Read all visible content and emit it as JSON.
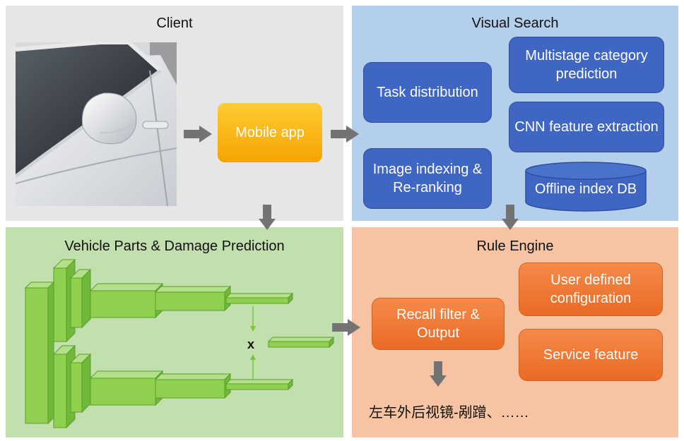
{
  "client": {
    "title": "Client",
    "mobile_app_label": "Mobile app",
    "photo_alt": "white car side mirror photo"
  },
  "visual_search": {
    "title": "Visual Search",
    "task_distribution": "Task distribution",
    "image_indexing": "Image indexing & Re-ranking",
    "multistage": "Multistage category prediction",
    "cnn_feature": "CNN feature extraction",
    "offline_db": "Offline index DB"
  },
  "vehicle_parts": {
    "title": "Vehicle Parts & Damage Prediction",
    "multiply_symbol": "x"
  },
  "rule_engine": {
    "title": "Rule Engine",
    "recall_filter": "Recall filter & Output",
    "user_defined": "User defined configuration",
    "service_feature": "Service feature",
    "output_text": "左车外后视镜-剐蹭、……"
  },
  "colors": {
    "client_bg": "#e7e6e6",
    "visual_search_bg": "#b4cfeb",
    "vehicle_bg": "#c2dfae",
    "rule_engine_bg": "#f6c4a3",
    "arrow": "#737373",
    "net_green": "#8fd14f"
  }
}
